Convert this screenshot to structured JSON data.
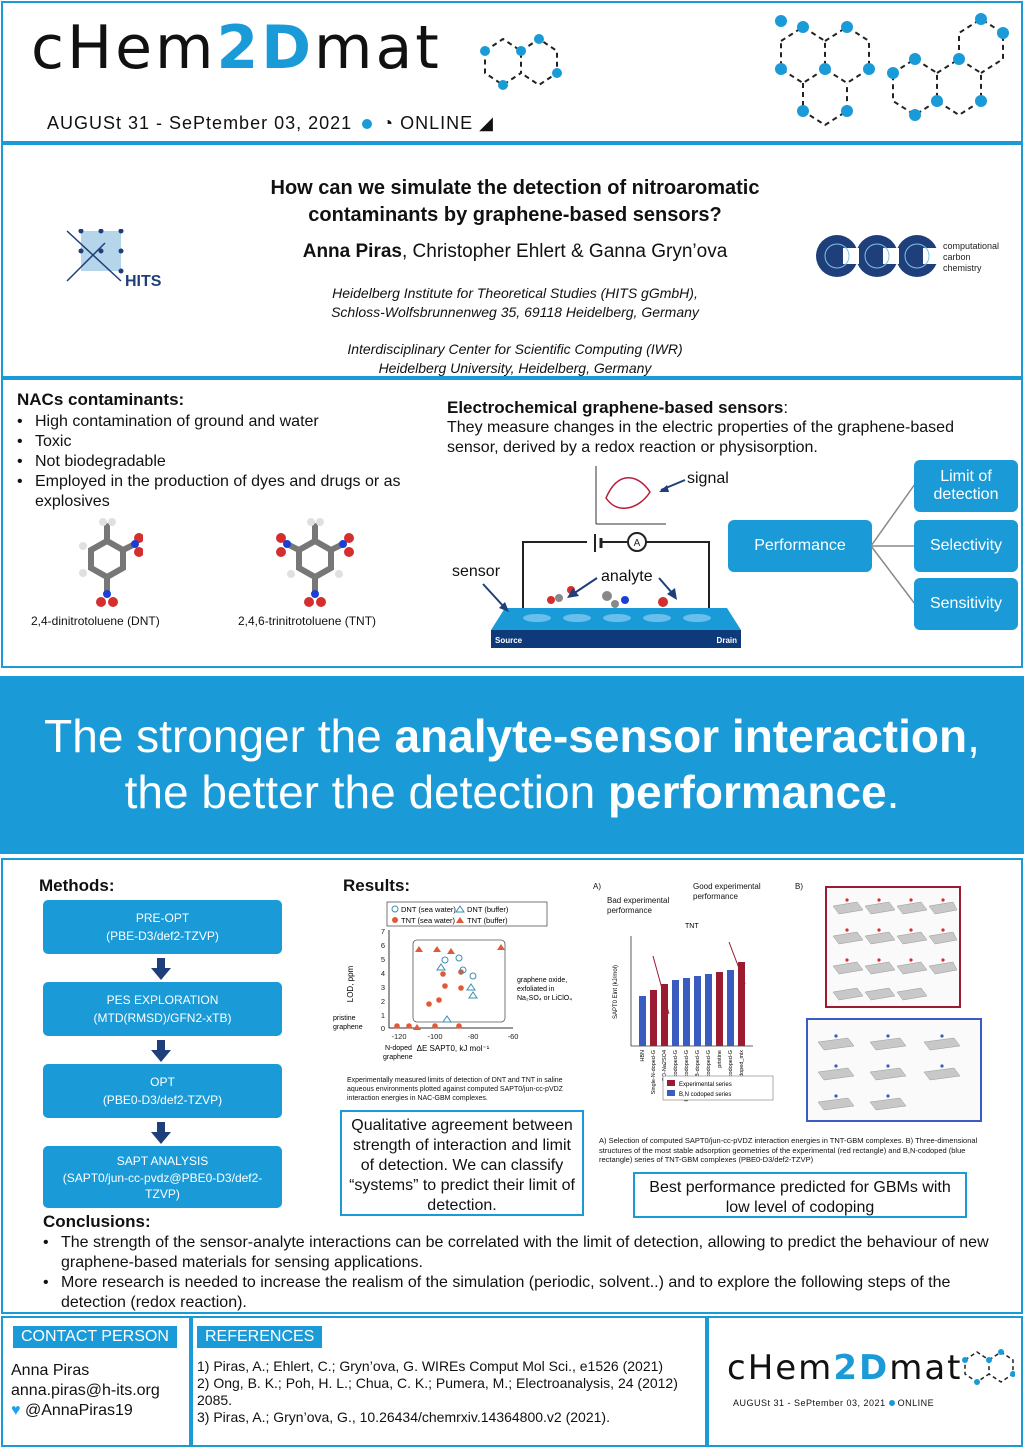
{
  "header": {
    "logo_text_1": "cHem",
    "logo_text_2": "2D",
    "logo_text_3": "mat",
    "dates": "AUGUSt 31 - SePtember 03, 2021",
    "online": "ONLINE"
  },
  "title": {
    "line1": "How can we simulate the detection of nitroaromatic",
    "line2": "contaminants by graphene-based sensors?",
    "author_bold": "Anna Piras",
    "author_rest": ", Christopher Ehlert & Ganna Gryn’ova",
    "affil1_l1": "Heidelberg Institute for Theoretical Studies (HITS gGmbH),",
    "affil1_l2": "Schloss-Wolfsbrunnenweg 35, 69118 Heidelberg, Germany",
    "affil2_l1": "Interdisciplinary Center for Scientific Computing (IWR)",
    "affil2_l2": "Heidelberg University, Heidelberg, Germany",
    "hits_label": "HITS",
    "ccc_l1": "computational",
    "ccc_l2": "carbon",
    "ccc_l3": "chemistry"
  },
  "nacs": {
    "heading": "NACs contaminants:",
    "bullets": [
      "High contamination of ground and water",
      "Toxic",
      "Not biodegradable",
      "Employed in the production of dyes and drugs or as explosives"
    ],
    "mol1": "2,4-dinitrotoluene (DNT)",
    "mol2": "2,4,6-trinitrotoluene (TNT)"
  },
  "sensors": {
    "heading": "Electrochemical graphene-based sensors",
    "heading_colon": ":",
    "text_l1": "They measure changes in the electric properties of the graphene-based",
    "text_l2": "sensor, derived by a redox reaction or physisorption.",
    "signal": "signal",
    "sensor": "sensor",
    "analyte": "analyte",
    "source": "Source",
    "drain": "Drain",
    "amp": "A",
    "performance": "Performance",
    "nodes": [
      "Limit of detection",
      "Selectivity",
      "Sensitivity"
    ]
  },
  "banner": {
    "l1_pre": "The stronger the ",
    "l1_bold": "analyte-sensor interaction",
    "l1_post": ",",
    "l2_pre": "the better the detection ",
    "l2_bold": "performance",
    "l2_post": "."
  },
  "methods": {
    "heading": "Methods:",
    "steps": [
      {
        "name": "PRE-OPT",
        "detail": "(PBE-D3/def2-TZVP)"
      },
      {
        "name": "PES EXPLORATION",
        "detail": "(MTD(RMSD)/GFN2-xTB)"
      },
      {
        "name": "OPT",
        "detail": "(PBE0-D3/def2-TZVP)"
      },
      {
        "name": "SAPT ANALYSIS",
        "detail": "(SAPT0/jun-cc-pvdz@PBE0-D3/def2-TZVP)"
      }
    ]
  },
  "results": {
    "heading": "Results:",
    "legend": [
      "DNT (sea water)",
      "DNT (buffer)",
      "TNT (sea water)",
      "TNT (buffer)"
    ],
    "ylabel": "LOD, ppm",
    "xlabel": "ΔE SAPT0, kJ mol⁻¹",
    "annot_pristine": "pristine graphene",
    "annot_ndoped": "N-doped graphene",
    "annot_go": "graphene oxide, exfoliated in Na₂SO₄ or LiClO₄",
    "caption": "Experimentally measured limits of detection of DNT and TNT in saline aqueous environments plotted against computed SAPT0/jun-cc-pVDZ interaction energies in NAC-GBM complexes.",
    "qual_box": "Qualitative agreement between strength of interaction and limit of detection. We can classify “systems” to predict their limit of detection.",
    "panel_a": "A)",
    "panel_b": "B)",
    "bad_exp": "Bad experimental performance",
    "good_exp": "Good experimental performance",
    "bar_title": "TNT",
    "bar_ylabel": "SAPT0 Eint (kJ/mol)",
    "bar_legend": [
      "Experimental series",
      "B,N codoped series"
    ],
    "bar_categories": [
      "HBN",
      "Single-N-doped-G",
      "GO-Na2SO4",
      "B,N-rich codoped-G",
      "HBN-ring-codoped-G",
      "Single-B-doped-G",
      "1,1-B,N-codoped-G",
      "pristine",
      "B,N codoped-G",
      "N_doped_mix"
    ],
    "panel_caption": "A) Selection of computed SAPT0/jun-cc-pVDZ interaction energies in TNT-GBM complexes. B) Three-dimensional structures of the most stable adsorption geometries of the experimental (red rectangle) and B,N-codoped (blue rectangle) series of TNT-GBM complexes (PBE0-D3/def2-TZVP)",
    "best_box": "Best performance predicted for GBMs with low level of codoping"
  },
  "conclusions": {
    "heading": "Conclusions:",
    "bullets": [
      "The strength of the sensor-analyte interactions can be correlated with the limit of detection, allowing to predict the behaviour of new graphene-based materials for sensing applications.",
      "More research is needed to increase the realism of the simulation (periodic, solvent..) and to explore the following steps of the detection (redox reaction)."
    ]
  },
  "footer": {
    "contact_tag": "CONTACT PERSON",
    "name": "Anna Piras",
    "email": "anna.piras@h-its.org",
    "twitter": "@AnnaPiras19",
    "refs_tag": "REFERENCES",
    "refs": [
      "1) Piras, A.; Ehlert, C.; Gryn’ova, G. WIREs Comput Mol Sci., e1526 (2021)",
      "2)  Ong, B. K.; Poh, H. L.; Chua, C. K.; Pumera, M.; Electroanalysis, 24 (2012) 2085.",
      "3) Piras, A.; Gryn’ova, G., 10.26434/chemrxiv.14364800.v2 (2021)."
    ]
  },
  "colors": {
    "accent": "#1a9bd7",
    "dark_blue": "#1f3f7a",
    "red": "#9b1b30"
  }
}
